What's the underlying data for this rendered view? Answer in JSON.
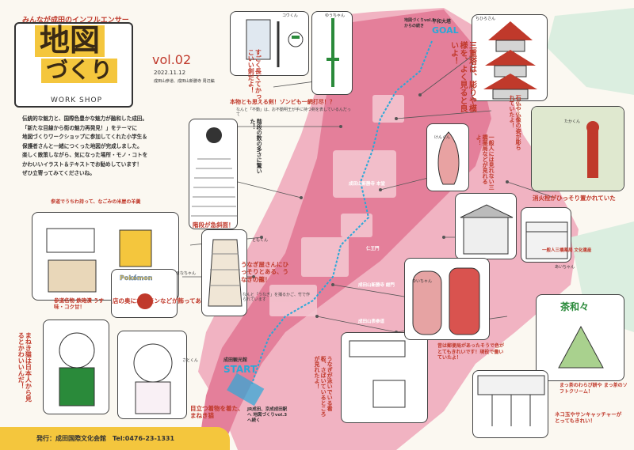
{
  "header": {
    "subtitle": "みんなが成田のインフルエンサー",
    "title_line1": "地図",
    "title_line2": "づくり",
    "workshop": "WORK SHOP",
    "volume": "vol.02",
    "date": "2022.11.12",
    "place": "成田山参道、成田山新勝寺 周辺編"
  },
  "intro": [
    "伝統的な魅力と、国際色豊かな魅力が融和した成田。",
    "「新たな目線から街の魅力再発見！」をテーマに",
    "地図づくりワークショップに参加してくれた小学生＆",
    "保護者さんと一緒につくった地図が完成しました。",
    "楽しく散策しながら、気になった場所・モノ・コトを",
    "かわいいイラスト＆テキストでお勧めしています！",
    "ぜひ立寄ってみてくださいね。"
  ],
  "footer": {
    "publisher": "発行：成田国際文化会館　Tel:0476-23-1331"
  },
  "map": {
    "goal_note": "地図づくりvol.1からの続き",
    "goal_name": "平和大塔",
    "goal": "GOAL",
    "start_name": "成田観光館",
    "start": "START",
    "jr_note": "JR成田、京成成田駅へ 地図づくりvol.3へ続く",
    "labels": [
      "成田山新勝寺 本堂",
      "仁王門",
      "成田山新勝寺 総門",
      "成田山表参道"
    ]
  },
  "captions": {
    "sword": "本物とも思える剣！ゾンビも一網打尽！？",
    "sword_sub": "すごく長くてかっこいい剣だよ！",
    "sword_note": "なんと「不動」は、お不動明王が手に持つ剣を表しているんだって",
    "stairs_q": "階段の数の多さに驚いた！",
    "stairs": "階段が急斜面！",
    "pagoda": "三重塔は、彫りや模様を、よく見ると良いよ！",
    "drink_q": "参道でうちわ見かけます！",
    "drink": "参道でうちわ持って、なごみの米屋の羊羹",
    "tower_q": "石仏や仏像の姿が彫られていたよ！",
    "fire": "消火栓がひっそり置かれていた",
    "pokemon": "店の奥にポケモンなどが飾ってあるよ！",
    "unagi": "うなぎ屋さんにひっそりとある、うなぎの籠！",
    "unagi_note": "なんと「うなぎ」を捕るかご、竹で作られています",
    "building": "一般人には見れない三橋薬局などが見れるよ！",
    "building_note": "一般人三橋薬局 文化遺産",
    "sweet": "参道名物 鉄砲漬 うす味・コク甘！",
    "cat": "まねき猫は日本人から見るとかわいいんだ！",
    "cat2": "目立つ着物を着た、まねき猫",
    "post": "昔は郵便局があったそうで色がとてもきれいです！現役で働いていたよ！",
    "sign_q": "うなぎが泳いでいる看板、さばいているところが見れたよ！",
    "matcha_title": "茶和々",
    "matcha": "まっ茶のわらび餅や まっ茶のソフトクリーム！",
    "pond": "ネコ玉やサンキャッチャーがとってもきれい！"
  },
  "pokemon_label": "Pokémon",
  "names": [
    "コウくん",
    "ゆうちゃん",
    "ちひろさん",
    "たかくん",
    "まなちゃん",
    "ともくん",
    "けんくん",
    "ゆいちゃん",
    "あいちゃん",
    "さとくん"
  ],
  "colors": {
    "map_pink": "#e47f9a",
    "map_pink_light": "#f1b3c2",
    "route_blue": "#29a8d8",
    "accent_yellow": "#f4c63d",
    "caption_red": "#c0392b"
  }
}
